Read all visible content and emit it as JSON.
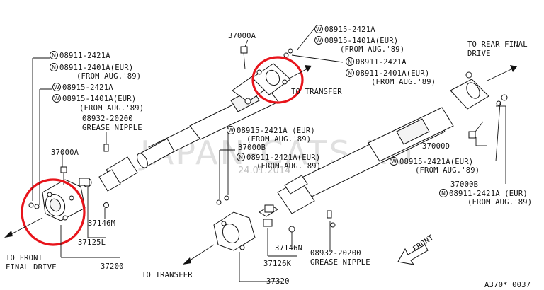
{
  "watermark": {
    "site": "JAPAN-CATS.RU",
    "date": "24.01.2014"
  },
  "figure_code": "A370* 0037",
  "colors": {
    "highlight": "#e8141b",
    "ink": "#111111"
  },
  "labels": {
    "front_final_drive_1": "TO FRONT",
    "front_final_drive_2": "FINAL DRIVE",
    "rear_final_drive_1": "TO REAR FINAL",
    "rear_final_drive_2": "DRIVE",
    "to_transfer_top": "TO TRANSFER",
    "to_transfer_bottom": "TO TRANSFER",
    "front_dir": "FRONT",
    "p_37000A_top": "37000A",
    "p_37000A_left": "37000A",
    "p_37000B": "37000B",
    "p_37000D": "37000D",
    "p_37146M": "37146M",
    "p_37125L": "37125L",
    "p_37200": "37200",
    "p_37146N": "37146N",
    "p_37126K": "37126K",
    "p_37320": "37320",
    "grease_left_1": "08932-20200",
    "grease_left_2": "GREASE NIPPLE",
    "grease_right_1": "08932-20200",
    "grease_right_2": "GREASE NIPPLE",
    "left_n1": "08911-2421A",
    "left_n2": "08911-2401A(EUR)",
    "left_n2b": "(FROM AUG.'89)",
    "left_w1": "08915-2421A",
    "left_w2": "08915-1401A(EUR)",
    "left_w2b": "(FROM AUG.'89)",
    "top_w1": "08915-2421A",
    "top_w2": "08915-1401A(EUR)",
    "top_w2b": "(FROM AUG.'89)",
    "top_n1": "08911-2421A",
    "top_n2": "08911-2401A(EUR)",
    "top_n2b": "(FROM AUG.'89)",
    "mid_w1": "08915-2421A (EUR)",
    "mid_w1b": "(FROM AUG.'89)",
    "mid_n1": "08911-2421A(EUR)",
    "mid_n1b": "(FROM AUG.'89)",
    "right_w1": "08915-2421A(EUR)",
    "right_w1b": "(FROM AUG.'89)",
    "right_n1": "08911-2421A (EUR)",
    "right_n1b": "(FROM AUG.'89)",
    "prefix_n": "N",
    "prefix_w": "W"
  }
}
